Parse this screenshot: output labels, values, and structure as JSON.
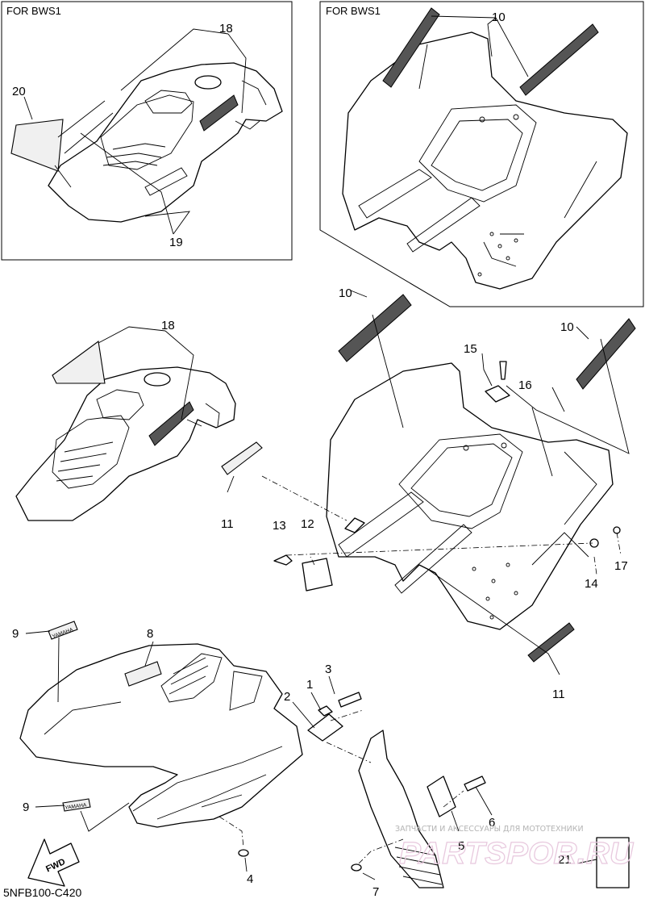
{
  "insets": {
    "left_header": "FOR BWS1",
    "right_header": "FOR BWS1"
  },
  "callouts": {
    "c18a": "18",
    "c20": "20",
    "c19": "19",
    "c10a": "10",
    "c10b": "10",
    "c10c": "10",
    "c18b": "18",
    "c15": "15",
    "c16": "16",
    "c11a": "11",
    "c13": "13",
    "c12": "12",
    "c17": "17",
    "c14": "14",
    "c11b": "11",
    "c9a": "9",
    "c8": "8",
    "c3": "3",
    "c1": "1",
    "c2": "2",
    "c9b": "9",
    "c6": "6",
    "c5": "5",
    "c21": "21",
    "c4": "4",
    "c7": "7"
  },
  "decals": {
    "yamaha_top": "YAMAHA",
    "yamaha_bottom": "YAMAHA"
  },
  "arrow": {
    "label": "FWD"
  },
  "diagram_code": "5NFB100-C420",
  "watermark": {
    "caption": "ЗАПЧАСТИ И АКСЕССУАРЫ ДЛЯ МОТОТЕХНИКИ",
    "brand": "PARTSPOR.RU"
  }
}
